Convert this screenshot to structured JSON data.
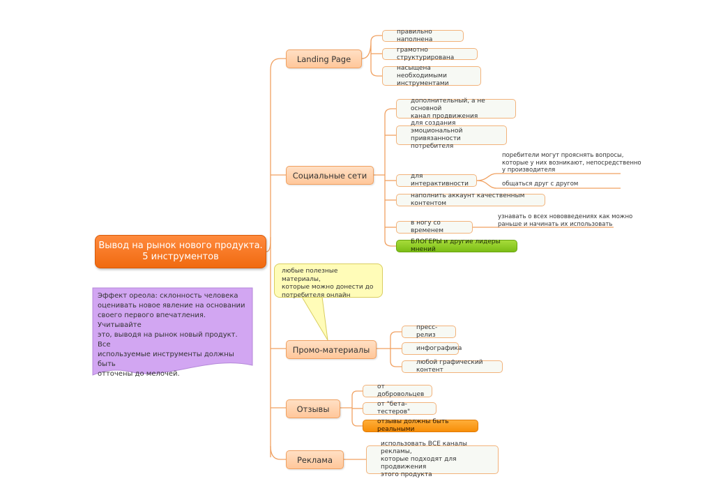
{
  "root": {
    "label": "Вывод на рынок нового продукта.\n5 инструментов"
  },
  "branches": {
    "landing": {
      "label": "Landing Page",
      "items": [
        "правильно наполнена",
        "грамотно структурирована",
        "насыщена необходимыми\nинструментами"
      ]
    },
    "social": {
      "label": "Социальные сети",
      "items": [
        "дополнительный, а не основной\nканал продвижения",
        "для создания эмоциональной\nпривязанности потребителя",
        "для интерактивности",
        "наполнить аккаунт качественным контентом",
        "в ногу со временем",
        "БЛОГЕРЫ и другие лидеры мнений"
      ],
      "notes": [
        "поребители могут прояснять вопросы,\nкоторые у них возникают, непосредственно\nу производителя",
        "общаться друг с другом",
        "узнавать о всех нововведениях как можно\nраньше и начинать их использовать"
      ]
    },
    "promo": {
      "label": "Промо-материалы",
      "items": [
        "пресс-релиз",
        "инфографика",
        "любой графический контент"
      ],
      "callout": "любые полезные материалы,\nкоторые можно донести до\nпотребителя онлайн"
    },
    "reviews": {
      "label": "Отзывы",
      "items": [
        "от добровольцев",
        "от \"бета-тестеров\"",
        "отзывы должны быть реальными"
      ]
    },
    "ads": {
      "label": "Реклама",
      "items": [
        "использовать ВСЕ каналы рекламы,\nкоторые подходят для продвижения\nэтого продукта"
      ]
    }
  },
  "halo_note": "Эффект ореола: склонность человека\nоценивать новое явление на основании\nсвоего первого впечатления. Учитывайте\nэто, выводя на рынок новый продукт. Все\nиспользуемые инструменты должны быть\nотточены до мелочей.",
  "colors": {
    "root": "#f06a10",
    "main_fill": "#ffc79a",
    "line": "#f0a060",
    "green": "#7cbd16",
    "orange": "#f78e08",
    "callout": "#fffcb8",
    "note": "#cfa0f0"
  }
}
